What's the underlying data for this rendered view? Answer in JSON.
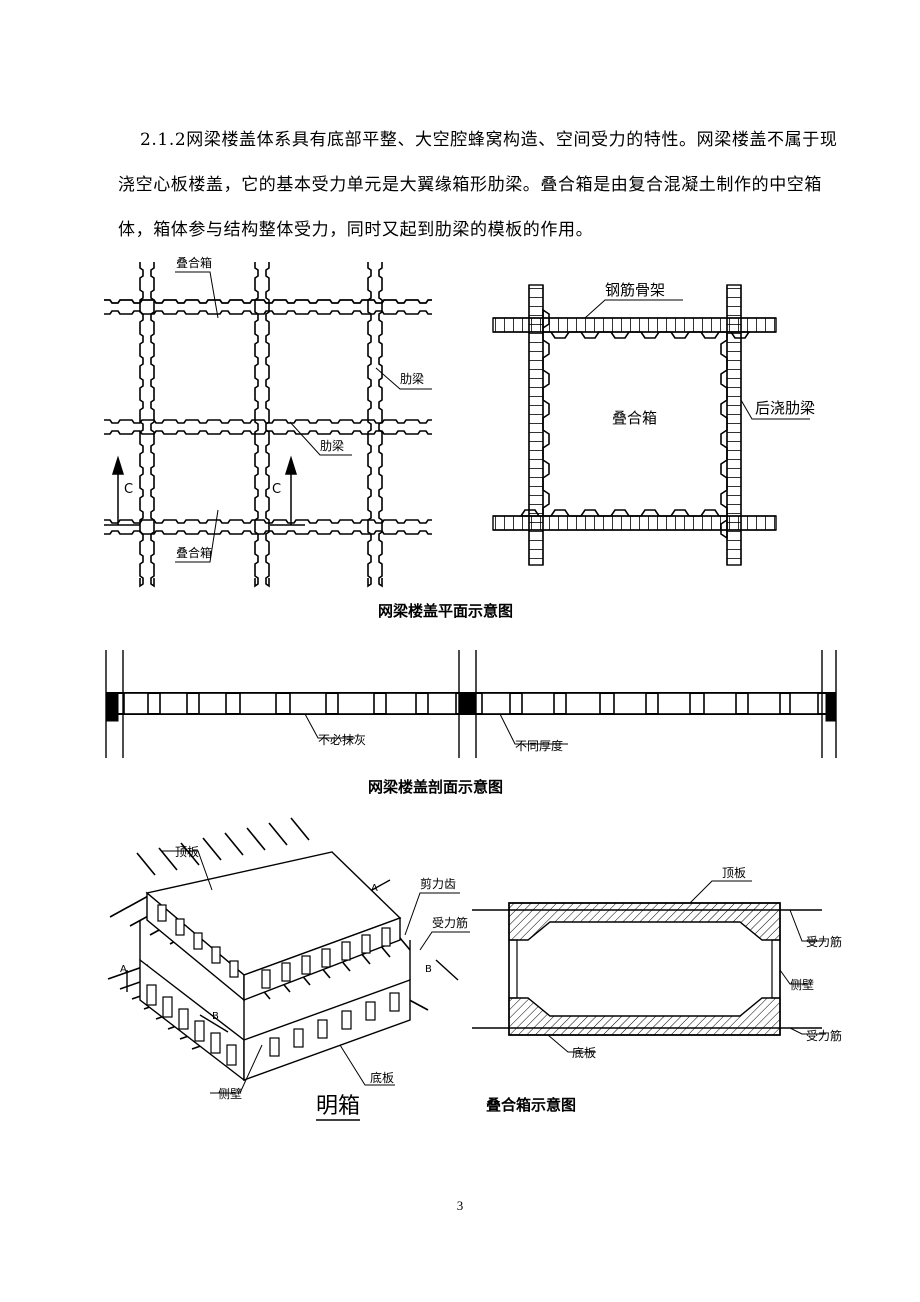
{
  "paragraph": "2.1.2网梁楼盖体系具有底部平整、大空腔蜂窝构造、空间受力的特性。网梁楼盖不属于现浇空心板楼盖，它的基本受力单元是大翼缘箱形肋梁。叠合箱是由复合混凝土制作的中空箱体，箱体参与结构整体受力，同时又起到肋梁的模板的作用。",
  "plan_figure": {
    "left_labels": {
      "box_top": "叠合箱",
      "rib_right": "肋梁",
      "rib_center": "肋梁",
      "box_bottom": "叠合箱",
      "section_mark_1": "C",
      "section_mark_2": "C"
    },
    "right_labels": {
      "rebar_cage": "钢筋骨架",
      "post_cast_rib": "后浇肋梁",
      "box": "叠合箱"
    },
    "caption": "网梁楼盖平面示意图"
  },
  "section_figure": {
    "labels": {
      "no_plaster": "不必抹灰",
      "varying_thickness": "不同厚度"
    },
    "caption": "网梁楼盖剖面示意图"
  },
  "box_figure": {
    "iso_labels": {
      "top_plate": "顶板",
      "shear_key": "剪力齿",
      "main_rebar": "受力筋",
      "mark_a1": "A",
      "mark_a2": "A",
      "mark_b1": "B",
      "mark_b2": "B",
      "side_wall": "侧壁",
      "bottom_plate": "底板",
      "open_box": "明箱"
    },
    "section_labels": {
      "top_plate": "顶板",
      "main_rebar_top": "受力筋",
      "side_wall": "侧壁",
      "main_rebar_bottom": "受力筋",
      "bottom_plate": "底板"
    },
    "caption": "叠合箱示意图"
  },
  "page_number": "3"
}
